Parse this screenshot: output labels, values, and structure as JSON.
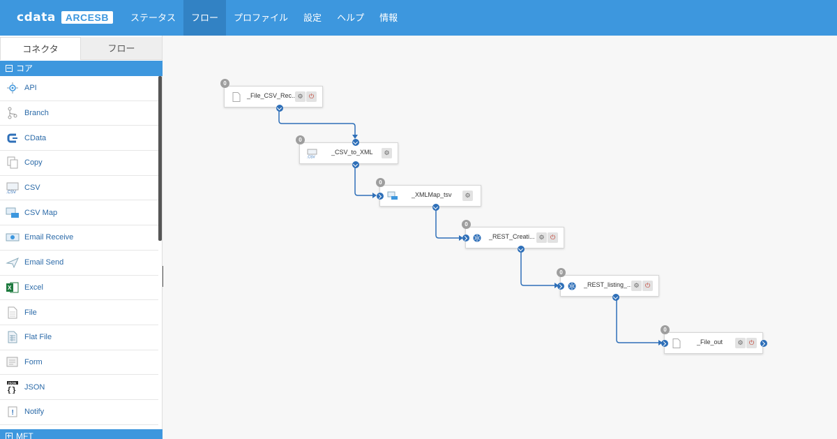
{
  "app": {
    "logo_text": "cdata",
    "logo_badge": "ARCESB"
  },
  "nav": {
    "items": [
      "ステータス",
      "フロー",
      "プロファイル",
      "設定",
      "ヘルプ",
      "情報"
    ],
    "active": "フロー"
  },
  "left_panel": {
    "tabs": [
      "コネクタ",
      "フロー"
    ],
    "active_tab": "コネクタ",
    "section_core": "コア",
    "section_next": "MFT",
    "connectors": [
      {
        "label": "API",
        "icon": "api-icon"
      },
      {
        "label": "Branch",
        "icon": "branch-icon"
      },
      {
        "label": "CData",
        "icon": "cdata-icon"
      },
      {
        "label": "Copy",
        "icon": "copy-icon"
      },
      {
        "label": "CSV",
        "icon": "csv-icon"
      },
      {
        "label": "CSV Map",
        "icon": "csv-map-icon"
      },
      {
        "label": "Email Receive",
        "icon": "email-receive-icon"
      },
      {
        "label": "Email Send",
        "icon": "email-send-icon"
      },
      {
        "label": "Excel",
        "icon": "excel-icon"
      },
      {
        "label": "File",
        "icon": "file-icon"
      },
      {
        "label": "Flat File",
        "icon": "flat-file-icon"
      },
      {
        "label": "Form",
        "icon": "form-icon"
      },
      {
        "label": "JSON",
        "icon": "json-icon"
      },
      {
        "label": "Notify",
        "icon": "notify-icon"
      }
    ]
  },
  "flow": {
    "nodes": [
      {
        "name": "_File_CSV_Rec...",
        "count": "0",
        "icon": "file-icon",
        "has_stop": true
      },
      {
        "name": "_CSV_to_XML",
        "count": "0",
        "icon": "csv-icon",
        "has_stop": false
      },
      {
        "name": "_XMLMap_tsv",
        "count": "0",
        "icon": "xml-map-icon",
        "has_stop": false
      },
      {
        "name": "_REST_Creati...",
        "count": "0",
        "icon": "rest-icon",
        "has_stop": true
      },
      {
        "name": "_REST_listing_...",
        "count": "0",
        "icon": "rest-icon",
        "has_stop": true
      },
      {
        "name": "_File_out",
        "count": "0",
        "icon": "file-icon",
        "has_stop": true
      }
    ]
  },
  "colors": {
    "primary": "#3d97de",
    "active_nav": "#3282c4",
    "port": "#2e6fb8",
    "link": "#2b6aa8"
  }
}
